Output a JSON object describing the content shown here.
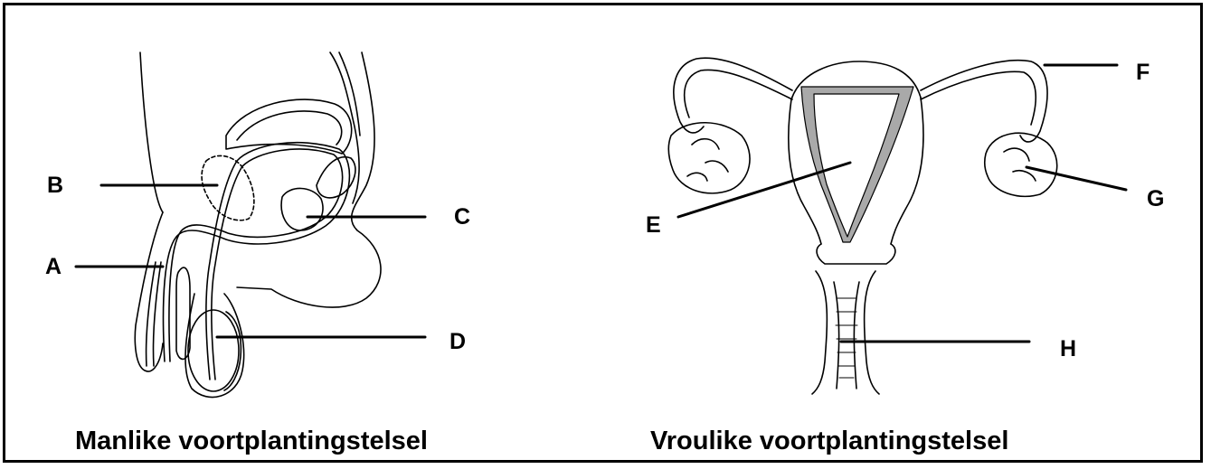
{
  "male": {
    "caption": "Manlike voortplantingstelsel",
    "labels": {
      "a": "A",
      "b": "B",
      "c": "C",
      "d": "D"
    }
  },
  "female": {
    "caption": "Vroulike voortplantingstelsel",
    "labels": {
      "e": "E",
      "f": "F",
      "g": "G",
      "h": "H"
    }
  },
  "colors": {
    "line": "#000000",
    "lining_shade": "#a9a9a9",
    "background": "#ffffff"
  }
}
